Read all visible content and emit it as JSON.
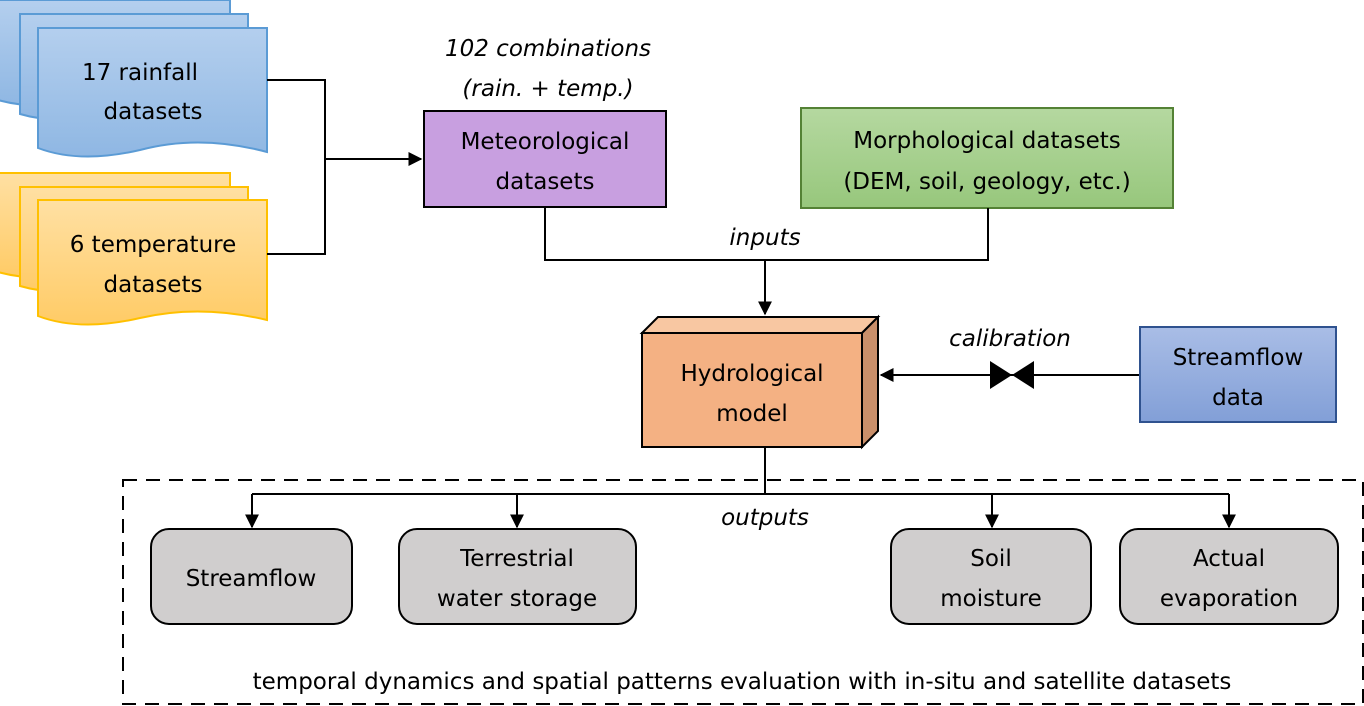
{
  "inputs": {
    "rainfall": {
      "line1": "17 rainfall",
      "line2": "datasets",
      "fill": "#9dc3e6",
      "stroke": "#5b9bd5"
    },
    "temperature": {
      "line1": "6 temperature",
      "line2": "datasets",
      "fill": "#ffd37f",
      "stroke": "#ffc000"
    }
  },
  "meteorological": {
    "note_line1": "102 combinations",
    "note_line2": "(rain. + temp.)",
    "line1": "Meteorological",
    "line2": "datasets",
    "fill": "#c89fe0"
  },
  "morphological": {
    "line1": "Morphological datasets",
    "line2": "(DEM, soil, geology, etc.)",
    "fill": "#a9d18e",
    "stroke": "#548235"
  },
  "inputs_label": "inputs",
  "model": {
    "line1": "Hydrological",
    "line2": "model",
    "fill": "#f4b183"
  },
  "calibration_label": "calibration",
  "streamflow_data": {
    "line1": "Streamflow",
    "line2": "data",
    "fill": "#8faadc",
    "stroke": "#2f528f"
  },
  "outputs_label": "outputs",
  "outputs": [
    {
      "line1": "Streamflow",
      "line2": ""
    },
    {
      "line1": "Terrestrial",
      "line2": "water storage"
    },
    {
      "line1": "Soil",
      "line2": "moisture"
    },
    {
      "line1": "Actual",
      "line2": "evaporation"
    }
  ],
  "evaluation_text": "temporal dynamics and spatial patterns evaluation with in-situ and satellite datasets",
  "output_fill": "#d0cece"
}
